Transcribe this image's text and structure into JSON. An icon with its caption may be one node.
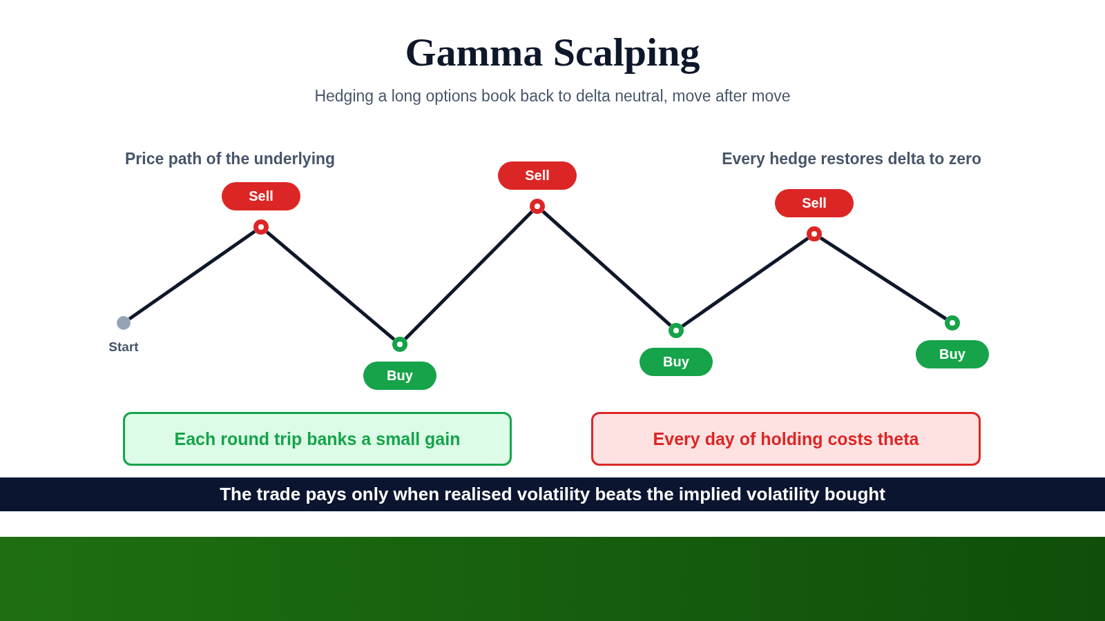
{
  "diagram": {
    "title": "Gamma Scalping",
    "nodes": [
      {
        "text": [],
        "shape": "circle",
        "beside": [
          "Start"
        ]
      },
      {
        "text": [],
        "shape": "circle"
      },
      {
        "text": [],
        "shape": "circle"
      },
      {
        "text": [],
        "shape": "circle"
      },
      {
        "text": [],
        "shape": "circle"
      },
      {
        "text": [],
        "shape": "circle"
      },
      {
        "text": [],
        "shape": "circle"
      },
      {
        "text": [
          "Sell"
        ]
      },
      {
        "text": [
          "Buy"
        ]
      },
      {
        "text": [
          "Sell"
        ]
      },
      {
        "text": [
          "Buy"
        ]
      },
      {
        "text": [
          "Sell"
        ]
      },
      {
        "text": [
          "Buy"
        ]
      },
      {
        "text": [
          "Each round trip banks a small gain"
        ]
      },
      {
        "text": [
          "Every day of holding costs theta"
        ]
      }
    ],
    "edges": [
      {
        "from": 0,
        "to": 1,
        "arrow": "none"
      },
      {
        "from": 1,
        "to": 2,
        "arrow": "none"
      },
      {
        "from": 2,
        "to": 3,
        "arrow": "none"
      },
      {
        "from": 3,
        "to": 4,
        "arrow": "none"
      },
      {
        "from": 4,
        "to": 5,
        "arrow": "none"
      },
      {
        "from": 5,
        "to": 6,
        "arrow": "none"
      }
    ],
    "labels": [
      "Hedging a long options book back to delta neutral, move after move",
      "Price path of the underlying",
      "Every hedge restores delta to zero",
      "The trade pays only when realised volatility beats the implied volatility bought"
    ]
  }
}
